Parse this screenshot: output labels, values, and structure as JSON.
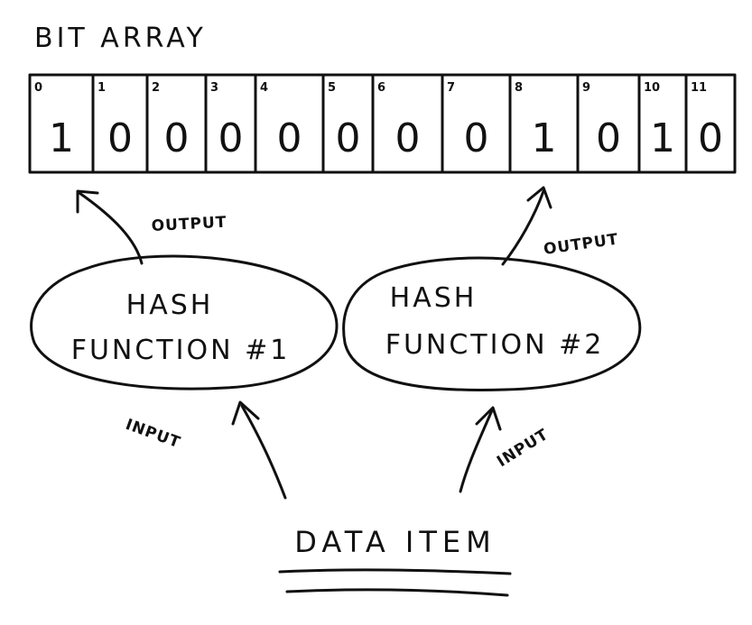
{
  "title": "BIT ARRAY",
  "bit_array": {
    "indices": [
      "0",
      "1",
      "2",
      "3",
      "4",
      "5",
      "6",
      "7",
      "8",
      "9",
      "10",
      "11"
    ],
    "bits": [
      "1",
      "0",
      "0",
      "0",
      "0",
      "0",
      "0",
      "0",
      "1",
      "0",
      "1",
      "0"
    ]
  },
  "hash1": {
    "line1": "HASH",
    "line2": "FUNCTION #1"
  },
  "hash2": {
    "line1": "HASH",
    "line2": "FUNCTION #2"
  },
  "labels": {
    "output_left": "OUTPUT",
    "output_right": "OUTPUT",
    "input_left": "INPUT",
    "input_right": "INPUT"
  },
  "data_item": "DATA ITEM"
}
